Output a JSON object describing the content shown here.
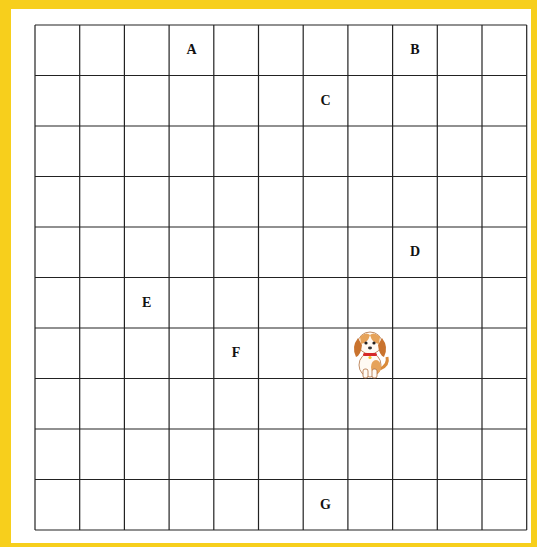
{
  "diagram": {
    "labels": [
      "A",
      "B",
      "C",
      "D",
      "E",
      "F",
      "G"
    ]
  }
}
